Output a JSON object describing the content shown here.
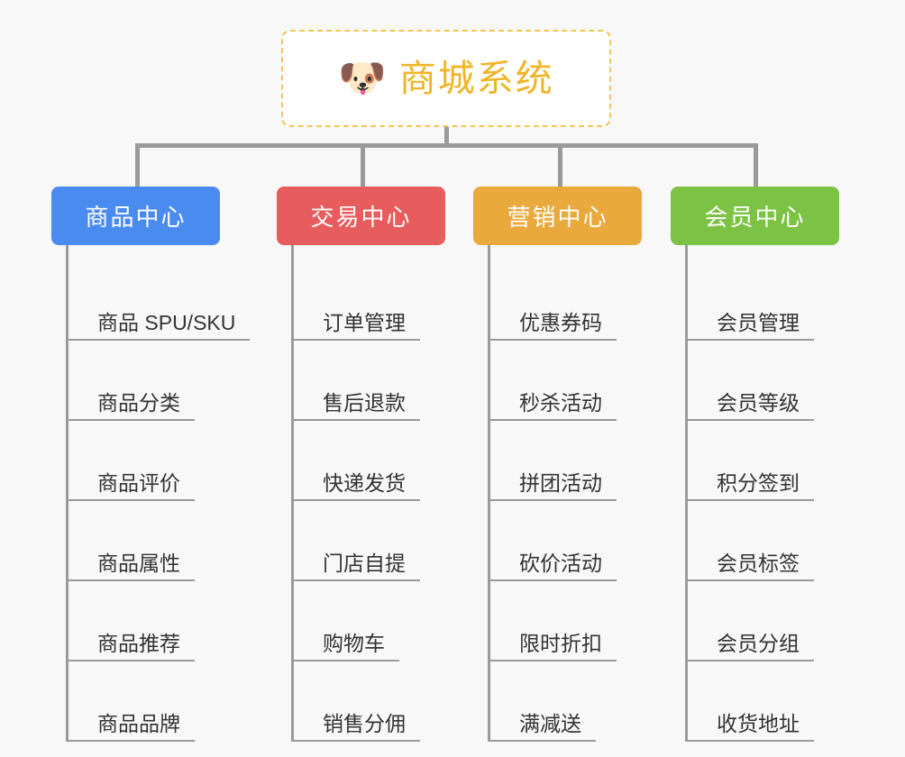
{
  "page": {
    "background_color": "#f8f8f8",
    "title": "商城系统"
  },
  "root": {
    "icon": "dog-face-emoji",
    "icon_glyph": "🐶",
    "label": "商城系统",
    "text_color": "#f0b429",
    "border_color": "#f5c451",
    "fill_color": "#ffffff"
  },
  "connector_color": "#9a9a9a",
  "groups": [
    {
      "label": "商品中心",
      "color": "#4a8bf0",
      "items": [
        {
          "label": "商品 SPU/SKU"
        },
        {
          "label": "商品分类"
        },
        {
          "label": "商品评价"
        },
        {
          "label": "商品属性"
        },
        {
          "label": "商品推荐"
        },
        {
          "label": "商品品牌"
        }
      ]
    },
    {
      "label": "交易中心",
      "color": "#e75c5c",
      "items": [
        {
          "label": "订单管理"
        },
        {
          "label": "售后退款"
        },
        {
          "label": "快递发货"
        },
        {
          "label": "门店自提"
        },
        {
          "label": "购物车"
        },
        {
          "label": "销售分佣"
        }
      ]
    },
    {
      "label": "营销中心",
      "color": "#e9a93c",
      "items": [
        {
          "label": "优惠券码"
        },
        {
          "label": "秒杀活动"
        },
        {
          "label": "拼团活动"
        },
        {
          "label": "砍价活动"
        },
        {
          "label": "限时折扣"
        },
        {
          "label": "满减送"
        }
      ]
    },
    {
      "label": "会员中心",
      "color": "#7cc244",
      "items": [
        {
          "label": "会员管理"
        },
        {
          "label": "会员等级"
        },
        {
          "label": "积分签到"
        },
        {
          "label": "会员标签"
        },
        {
          "label": "会员分组"
        },
        {
          "label": "收货地址"
        }
      ]
    }
  ]
}
